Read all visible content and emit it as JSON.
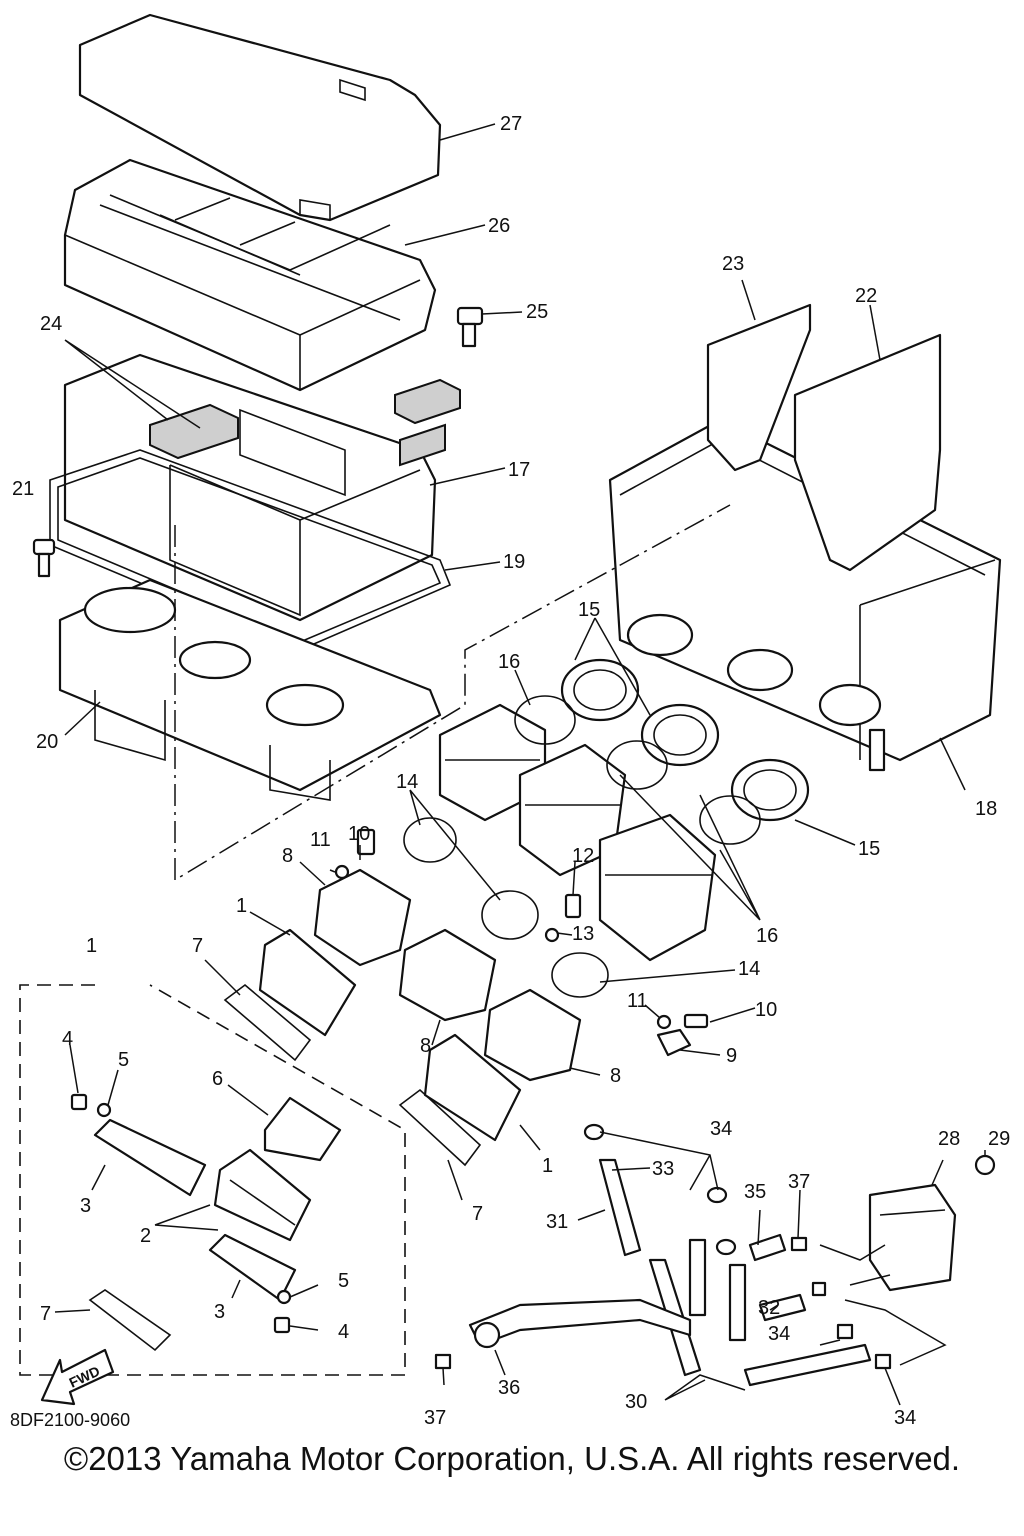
{
  "diagram": {
    "code": "8DF2100-9060",
    "copyright": "©2013 Yamaha Motor Corporation, U.S.A. All rights reserved.",
    "fwd_label": "FWD",
    "callouts": [
      {
        "id": "c27",
        "label": "27"
      },
      {
        "id": "c26",
        "label": "26"
      },
      {
        "id": "c25",
        "label": "25"
      },
      {
        "id": "c24",
        "label": "24"
      },
      {
        "id": "c23",
        "label": "23"
      },
      {
        "id": "c22",
        "label": "22"
      },
      {
        "id": "c21",
        "label": "21"
      },
      {
        "id": "c17",
        "label": "17"
      },
      {
        "id": "c19",
        "label": "19"
      },
      {
        "id": "c20",
        "label": "20"
      },
      {
        "id": "c15a",
        "label": "15"
      },
      {
        "id": "c16a",
        "label": "16"
      },
      {
        "id": "c18",
        "label": "18"
      },
      {
        "id": "c15b",
        "label": "15"
      },
      {
        "id": "c14a",
        "label": "14"
      },
      {
        "id": "c10a",
        "label": "10"
      },
      {
        "id": "c11a",
        "label": "11"
      },
      {
        "id": "c8a",
        "label": "8"
      },
      {
        "id": "c12",
        "label": "12"
      },
      {
        "id": "c13",
        "label": "13"
      },
      {
        "id": "c16b",
        "label": "16"
      },
      {
        "id": "c1a",
        "label": "1"
      },
      {
        "id": "c1b",
        "label": "1"
      },
      {
        "id": "c7a",
        "label": "7"
      },
      {
        "id": "c14b",
        "label": "14"
      },
      {
        "id": "c11b",
        "label": "11"
      },
      {
        "id": "c10b",
        "label": "10"
      },
      {
        "id": "c8b",
        "label": "8"
      },
      {
        "id": "c9",
        "label": "9"
      },
      {
        "id": "c8c",
        "label": "8"
      },
      {
        "id": "c4a",
        "label": "4"
      },
      {
        "id": "c5a",
        "label": "5"
      },
      {
        "id": "c6",
        "label": "6"
      },
      {
        "id": "c3a",
        "label": "3"
      },
      {
        "id": "c2",
        "label": "2"
      },
      {
        "id": "c1c",
        "label": "1"
      },
      {
        "id": "c7b",
        "label": "7"
      },
      {
        "id": "c5b",
        "label": "5"
      },
      {
        "id": "c3b",
        "label": "3"
      },
      {
        "id": "c7c",
        "label": "7"
      },
      {
        "id": "c4b",
        "label": "4"
      },
      {
        "id": "c34a",
        "label": "34"
      },
      {
        "id": "c28",
        "label": "28"
      },
      {
        "id": "c29",
        "label": "29"
      },
      {
        "id": "c33",
        "label": "33"
      },
      {
        "id": "c35",
        "label": "35"
      },
      {
        "id": "c37a",
        "label": "37"
      },
      {
        "id": "c31",
        "label": "31"
      },
      {
        "id": "c32",
        "label": "32"
      },
      {
        "id": "c34b",
        "label": "34"
      },
      {
        "id": "c37b",
        "label": "37"
      },
      {
        "id": "c36",
        "label": "36"
      },
      {
        "id": "c30",
        "label": "30"
      },
      {
        "id": "c34c",
        "label": "34"
      }
    ]
  }
}
